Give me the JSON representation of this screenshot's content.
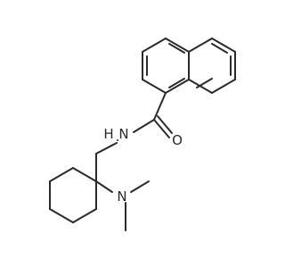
{
  "structure": {
    "atoms": {
      "oxygen": {
        "symbol": "O",
        "color": "#ff0d0d"
      },
      "amide_nitrogen": {
        "symbol": "N",
        "suffix": "H",
        "color": "#3050f8"
      },
      "amine_nitrogen": {
        "symbol": "N",
        "color": "#3050f8"
      }
    },
    "bond_color": "#2a2a2a"
  }
}
